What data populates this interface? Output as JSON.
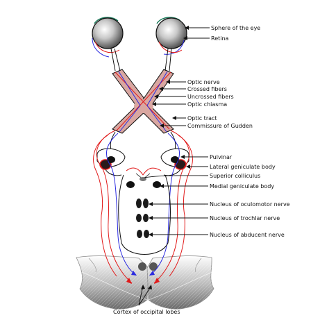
{
  "diagram": {
    "labels": {
      "sphere": "Sphere of the eye",
      "retina": "Retina",
      "optic_nerve": "Optic nerve",
      "crossed_fibers": "Crossed fibers",
      "uncrossed_fibers": "Uncrossed fibers",
      "optic_chiasma": "Optic chiasma",
      "optic_tract": "Optic tract",
      "commissure": "Commissure of Gudden",
      "pulvinar": "Pulvinar",
      "lgb": "Lateral geniculate body",
      "superior_colliculus": "Superior colliculus",
      "mgb": "Medial geniculate body",
      "oculomotor": "Nucleus of oculomotor nerve",
      "trochlear": "Nucleus of trochlar nerve",
      "abducent": "Nucleus of abducent nerve",
      "cortex": "Cortex of occipital lobes"
    },
    "colors": {
      "crossed": "#e11a1a",
      "uncrossed": "#2a2ae0",
      "chiasma": "#d9a7a1",
      "outline": "#111111"
    }
  }
}
